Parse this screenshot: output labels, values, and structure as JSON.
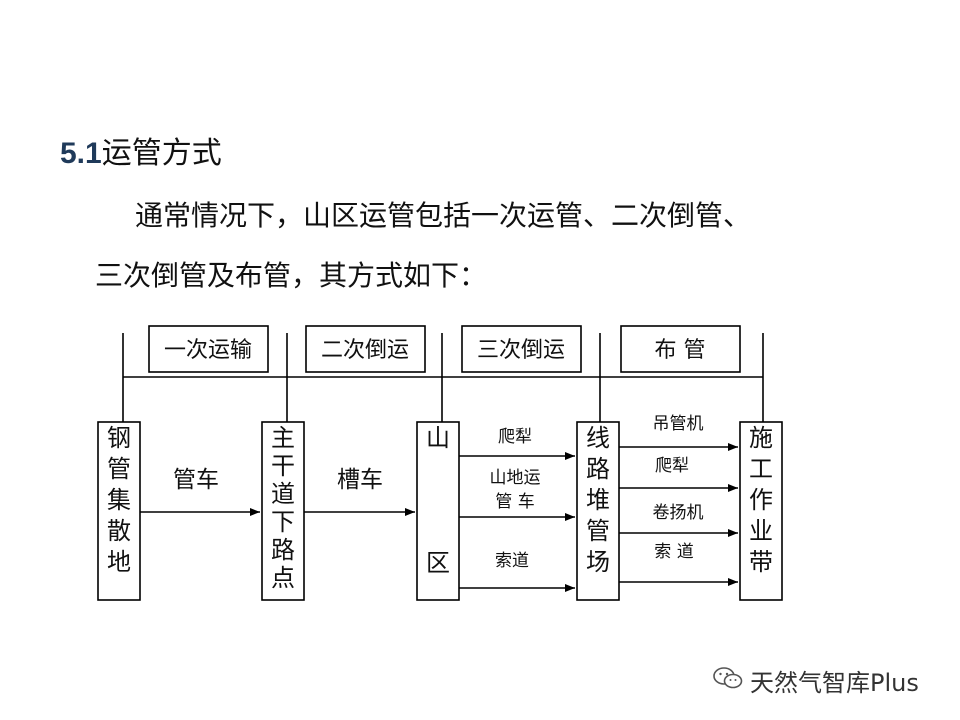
{
  "heading": {
    "number": "5.1",
    "title": "运管方式"
  },
  "paragraph": {
    "line1": "通常情况下，山区运管包括一次运管、二次倒管、",
    "line2": "三次倒管及布管，其方式如下："
  },
  "diagram": {
    "stages": [
      "一次运输",
      "二次倒运",
      "三次倒运",
      "布 管"
    ],
    "nodes": {
      "steel_yard": "钢管集散地",
      "road_point": "主干道下路点",
      "mountain": "山区",
      "line_yard": "线路堆管场",
      "worksite": "施工作业带"
    },
    "labels": {
      "pipe_truck": "管车",
      "trough_truck": "槽车",
      "sledge": "爬犁",
      "mountain_truck_1": "山地运",
      "mountain_truck_2": "管 车",
      "cableway": "索道",
      "crane": "吊管机",
      "sledge2": "爬犁",
      "winch": "卷扬机",
      "cableway2": "索 道"
    }
  },
  "watermark": {
    "text": "天然气智库Plus",
    "icon": "wechat-icon"
  }
}
